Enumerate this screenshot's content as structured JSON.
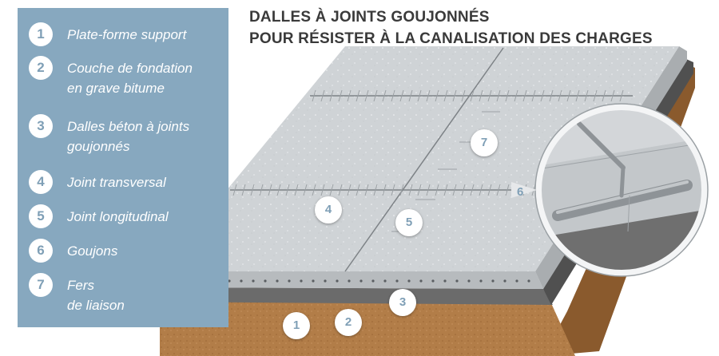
{
  "title": {
    "line1": "DALLES À JOINTS GOUJONNÉS",
    "line2": "POUR RÉSISTER À LA CANALISATION DES CHARGES"
  },
  "legend": [
    {
      "num": "1",
      "label": "Plate-forme support"
    },
    {
      "num": "2",
      "label": "Couche de fondation\nen grave bitume"
    },
    {
      "num": "3",
      "label": "Dalles béton à joints\ngoujonnés"
    },
    {
      "num": "4",
      "label": "Joint transversal"
    },
    {
      "num": "5",
      "label": "Joint longitudinal"
    },
    {
      "num": "6",
      "label": "Goujons"
    },
    {
      "num": "7",
      "label": "Fers\nde liaison"
    }
  ],
  "markers": {
    "m1": "1",
    "m2": "2",
    "m3": "3",
    "m4": "4",
    "m5": "5",
    "m6": "6",
    "m7": "7"
  },
  "colors": {
    "panel": "#87a8bf",
    "accent": "#7f9fb6",
    "slab": "#cdd1d4",
    "asphalt": "#6e6e6e",
    "soil": "#b5824d"
  }
}
